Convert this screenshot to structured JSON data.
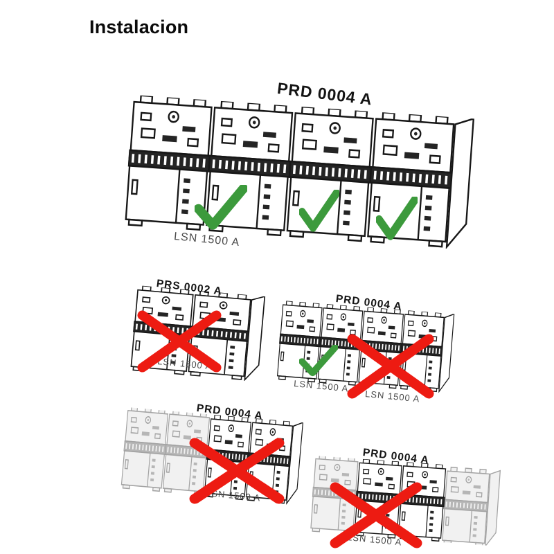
{
  "title": "Instalacion",
  "colors": {
    "check_green": "#3c9a3c",
    "cross_red": "#ed1b12",
    "caption_gray": "#4b4b4b",
    "line_black": "#141414",
    "gray_module": "#a3a3a3"
  },
  "figures": [
    {
      "model_label": "PRD 0004 A",
      "captions": [
        "LSN 1500 A"
      ],
      "marks": [
        "check",
        "check",
        "check"
      ]
    },
    {
      "model_label": "PRS 0002 A",
      "captions": [
        "LSN 1500 A"
      ],
      "marks": [
        "cross"
      ]
    },
    {
      "model_label": "PRD 0004 A",
      "captions": [
        "LSN 1500 A",
        "LSN 1500 A"
      ],
      "marks": [
        "check",
        "cross"
      ]
    },
    {
      "model_label": "PRD 0004 A",
      "captions": [
        "LSN 1500 A"
      ],
      "marks": [
        "cross"
      ]
    },
    {
      "model_label": "PRD 0004 A",
      "captions": [
        "LSN 1500 A"
      ],
      "marks": [
        "cross"
      ]
    }
  ]
}
